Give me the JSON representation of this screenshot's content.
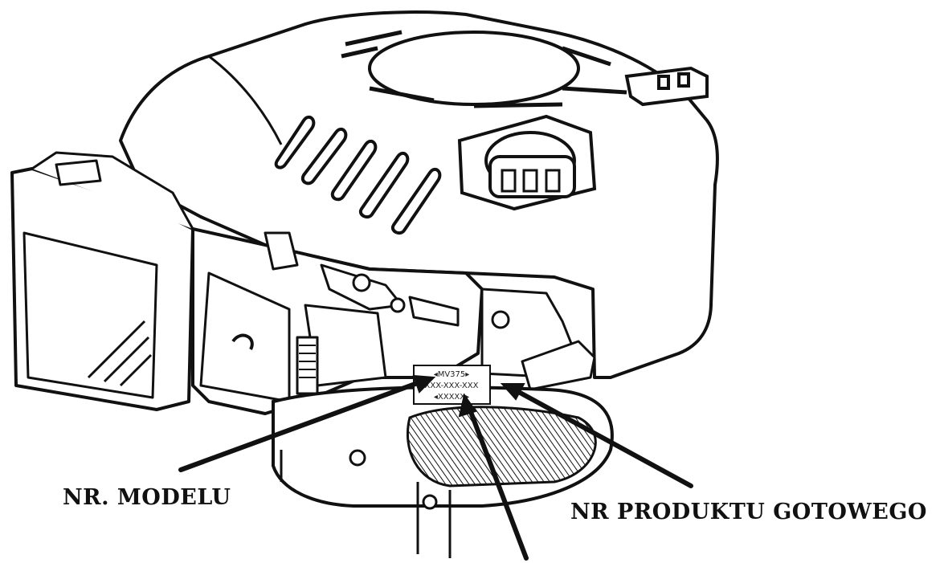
{
  "callouts": {
    "model_number": "NR. MODELU",
    "finished_product_number": "NR PRODUKTU GOTOWEGO"
  },
  "nameplate": {
    "line1": "◂MV375▸",
    "line2": "XXX-XXX-XXX",
    "line3": "◂XXXXX▸"
  },
  "colors": {
    "ink": "#111111",
    "paper": "#ffffff",
    "shade": "#e8e8e8"
  }
}
